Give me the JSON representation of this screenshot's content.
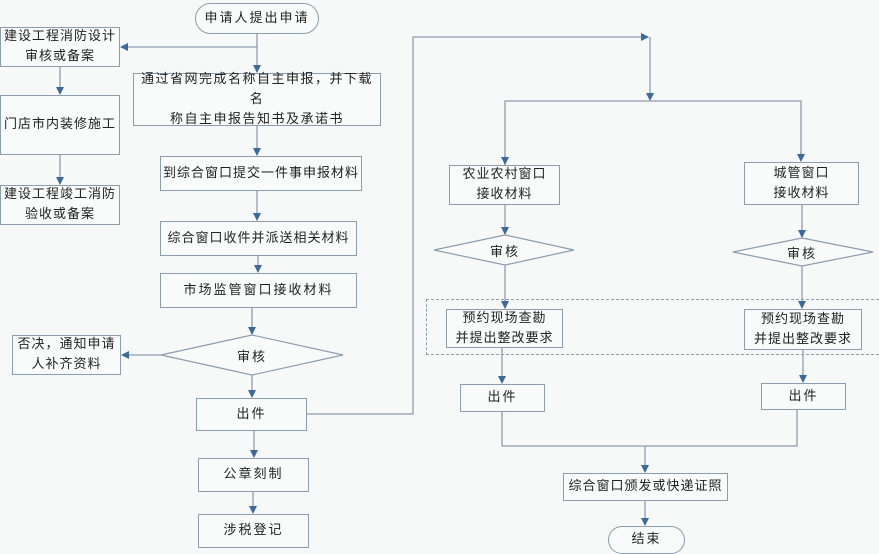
{
  "diagram": {
    "start": "申请人提出申请",
    "left_column": {
      "fire_design": "建设工程消防设计\n审核或备案",
      "renovation": "门店市内装修施工",
      "fire_acceptance": "建设工程竣工消防\n验收或备案"
    },
    "main": {
      "online_declare": "通过省网完成名称自主申报，并下载名\n称自主申报告知书及承诺书",
      "submit_materials": "到综合窗口提交一件事申报材料",
      "receive_dispatch": "综合窗口收件并派送相关材料",
      "market_receive": "市场监管窗口接收材料",
      "review": "审核",
      "reject": "否决，通知申请\n人补齐资料",
      "issue": "出件",
      "seal": "公章刻制",
      "tax": "涉税登记"
    },
    "branch_left": {
      "receive": "农业农村窗口\n接收材料",
      "review": "审核",
      "inspect": "预约现场查勘\n并提出整改要求",
      "issue": "出件"
    },
    "branch_right": {
      "receive": "城管窗口\n接收材料",
      "review": "审核",
      "inspect": "预约现场查勘\n并提出整改要求",
      "issue": "出件"
    },
    "final_issue": "综合窗口颁发或快递证照",
    "end": "结束"
  },
  "colors": {
    "line": "#8c9db0",
    "arrow": "#3d6a9a",
    "background": "#f7f8f8"
  }
}
